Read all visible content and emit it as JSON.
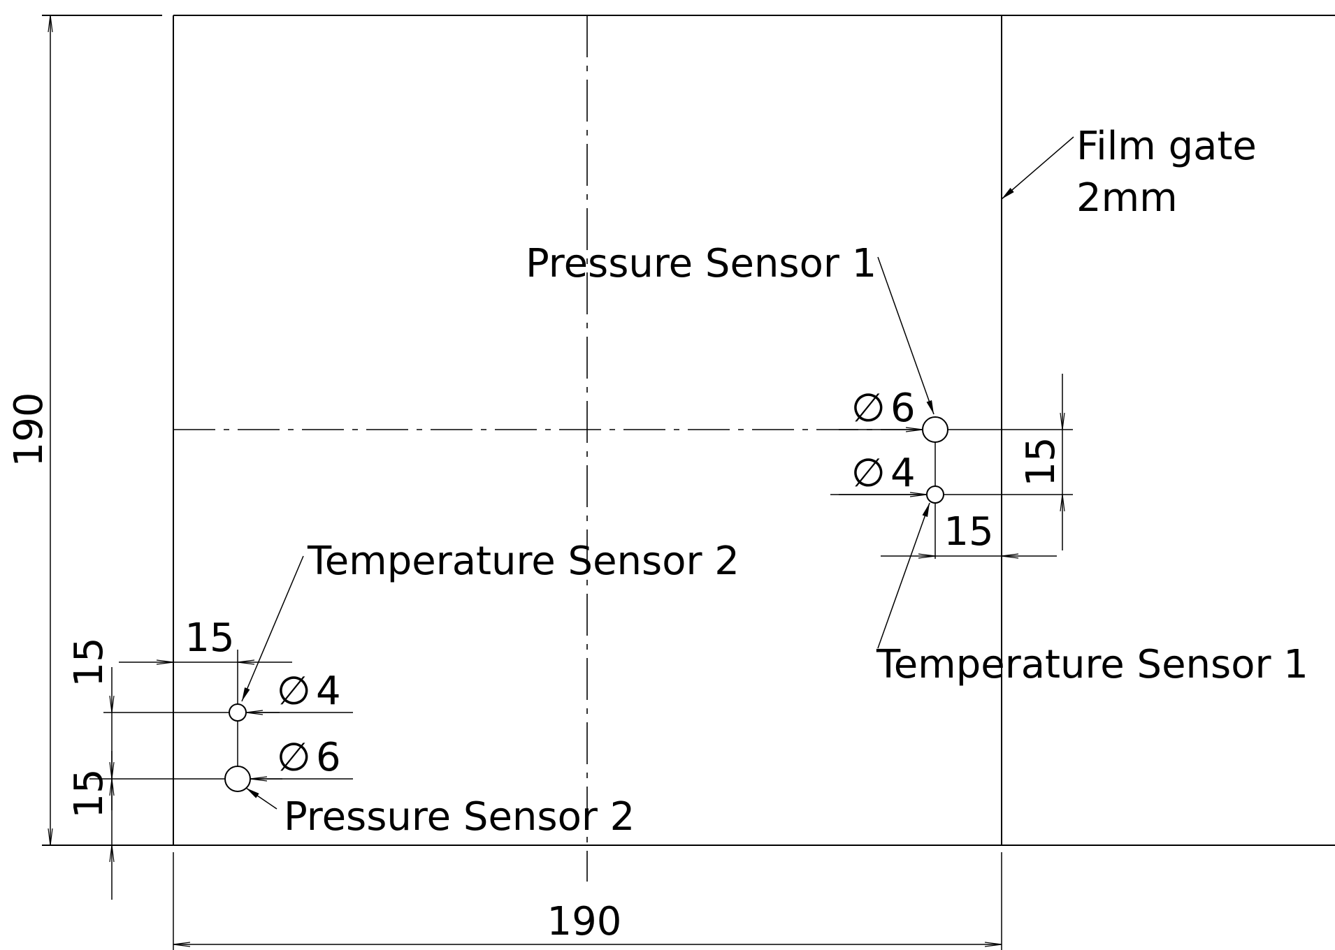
{
  "labels": {
    "film_gate_line1": "Film gate",
    "film_gate_line2": "2mm",
    "pressure_sensor_1": "Pressure Sensor 1",
    "pressure_sensor_2": "Pressure Sensor 2",
    "temperature_sensor_1": "Temperature Sensor 1",
    "temperature_sensor_2": "Temperature Sensor 2"
  },
  "dimensions": {
    "overall_height": "190",
    "overall_width": "190",
    "diameter_symbol": "∅",
    "ps1_diameter": "6",
    "ts1_diameter": "4",
    "ts2_diameter": "4",
    "ps2_diameter": "6",
    "right_vertical_spacing": "15",
    "right_horizontal_offset": "15",
    "left_horizontal_offset": "15",
    "left_upper_vertical": "15",
    "left_lower_vertical": "15"
  }
}
